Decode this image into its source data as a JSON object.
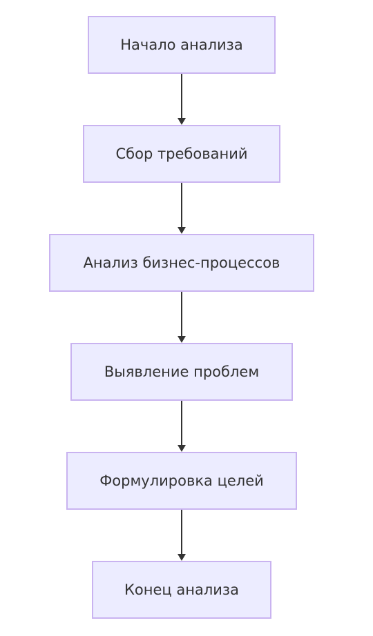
{
  "diagram": {
    "nodes": [
      {
        "id": "start",
        "label": "Начало анализа"
      },
      {
        "id": "requirements",
        "label": "Сбор требований"
      },
      {
        "id": "process-analysis",
        "label": "Анализ бизнес-процессов"
      },
      {
        "id": "problems",
        "label": "Выявление проблем"
      },
      {
        "id": "goals",
        "label": "Формулировка целей"
      },
      {
        "id": "end",
        "label": "Конец анализа"
      }
    ],
    "edges": [
      {
        "from": "start",
        "to": "requirements"
      },
      {
        "from": "requirements",
        "to": "process-analysis"
      },
      {
        "from": "process-analysis",
        "to": "problems"
      },
      {
        "from": "problems",
        "to": "goals"
      },
      {
        "from": "goals",
        "to": "end"
      }
    ],
    "colors": {
      "node_fill": "#ececff",
      "node_border": "#c9b3f0",
      "text": "#333333",
      "edge": "#333333"
    }
  }
}
